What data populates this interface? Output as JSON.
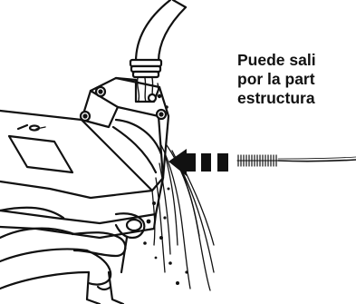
{
  "callout": {
    "lines": [
      "Puede sali",
      "por la part",
      "estructura"
    ]
  },
  "icons": {
    "arrow": "dashed-arrow-left-icon",
    "brush": "cleaning-brush-icon",
    "hose": "water-hose",
    "tool": "sprayer-handle"
  },
  "colors": {
    "ink": "#111111",
    "paper": "#ffffff"
  }
}
